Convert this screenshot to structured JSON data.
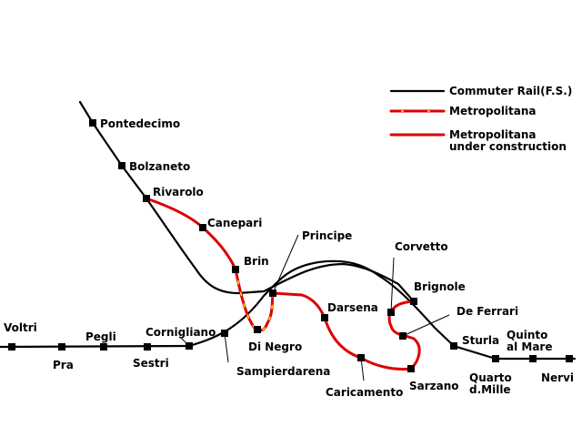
{
  "legend": {
    "commuter_rail": "Commuter Rail(F.S.)",
    "metropolitana": "Metropolitana",
    "under_construction_line1": "Metropolitana",
    "under_construction_line2": "under construction"
  },
  "stations": {
    "pontedecimo": "Pontedecimo",
    "bolzaneto": "Bolzaneto",
    "rivarolo": "Rivarolo",
    "canepari": "Canepari",
    "brin": "Brin",
    "principe": "Principe",
    "corvetto": "Corvetto",
    "brignole": "Brignole",
    "de_ferrari": "De Ferrari",
    "darsena": "Darsena",
    "di_negro": "Di Negro",
    "voltri": "Voltri",
    "pra": "Pra",
    "pegli": "Pegli",
    "sestri": "Sestri",
    "cornigliano": "Cornigliano",
    "sampierdarena": "Sampierdarena",
    "caricamento": "Caricamento",
    "sarzano": "Sarzano",
    "sturla": "Sturla",
    "quarto_line1": "Quarto",
    "quarto_line2": "d.Mille",
    "quinto_line1": "Quinto",
    "quinto_line2": "al Mare",
    "nervi": "Nervi"
  },
  "colors": {
    "commuter_rail": "#000000",
    "metropolitana": "#dd0000",
    "metropolitana_dash": "#ffe000",
    "station": "#000000"
  }
}
